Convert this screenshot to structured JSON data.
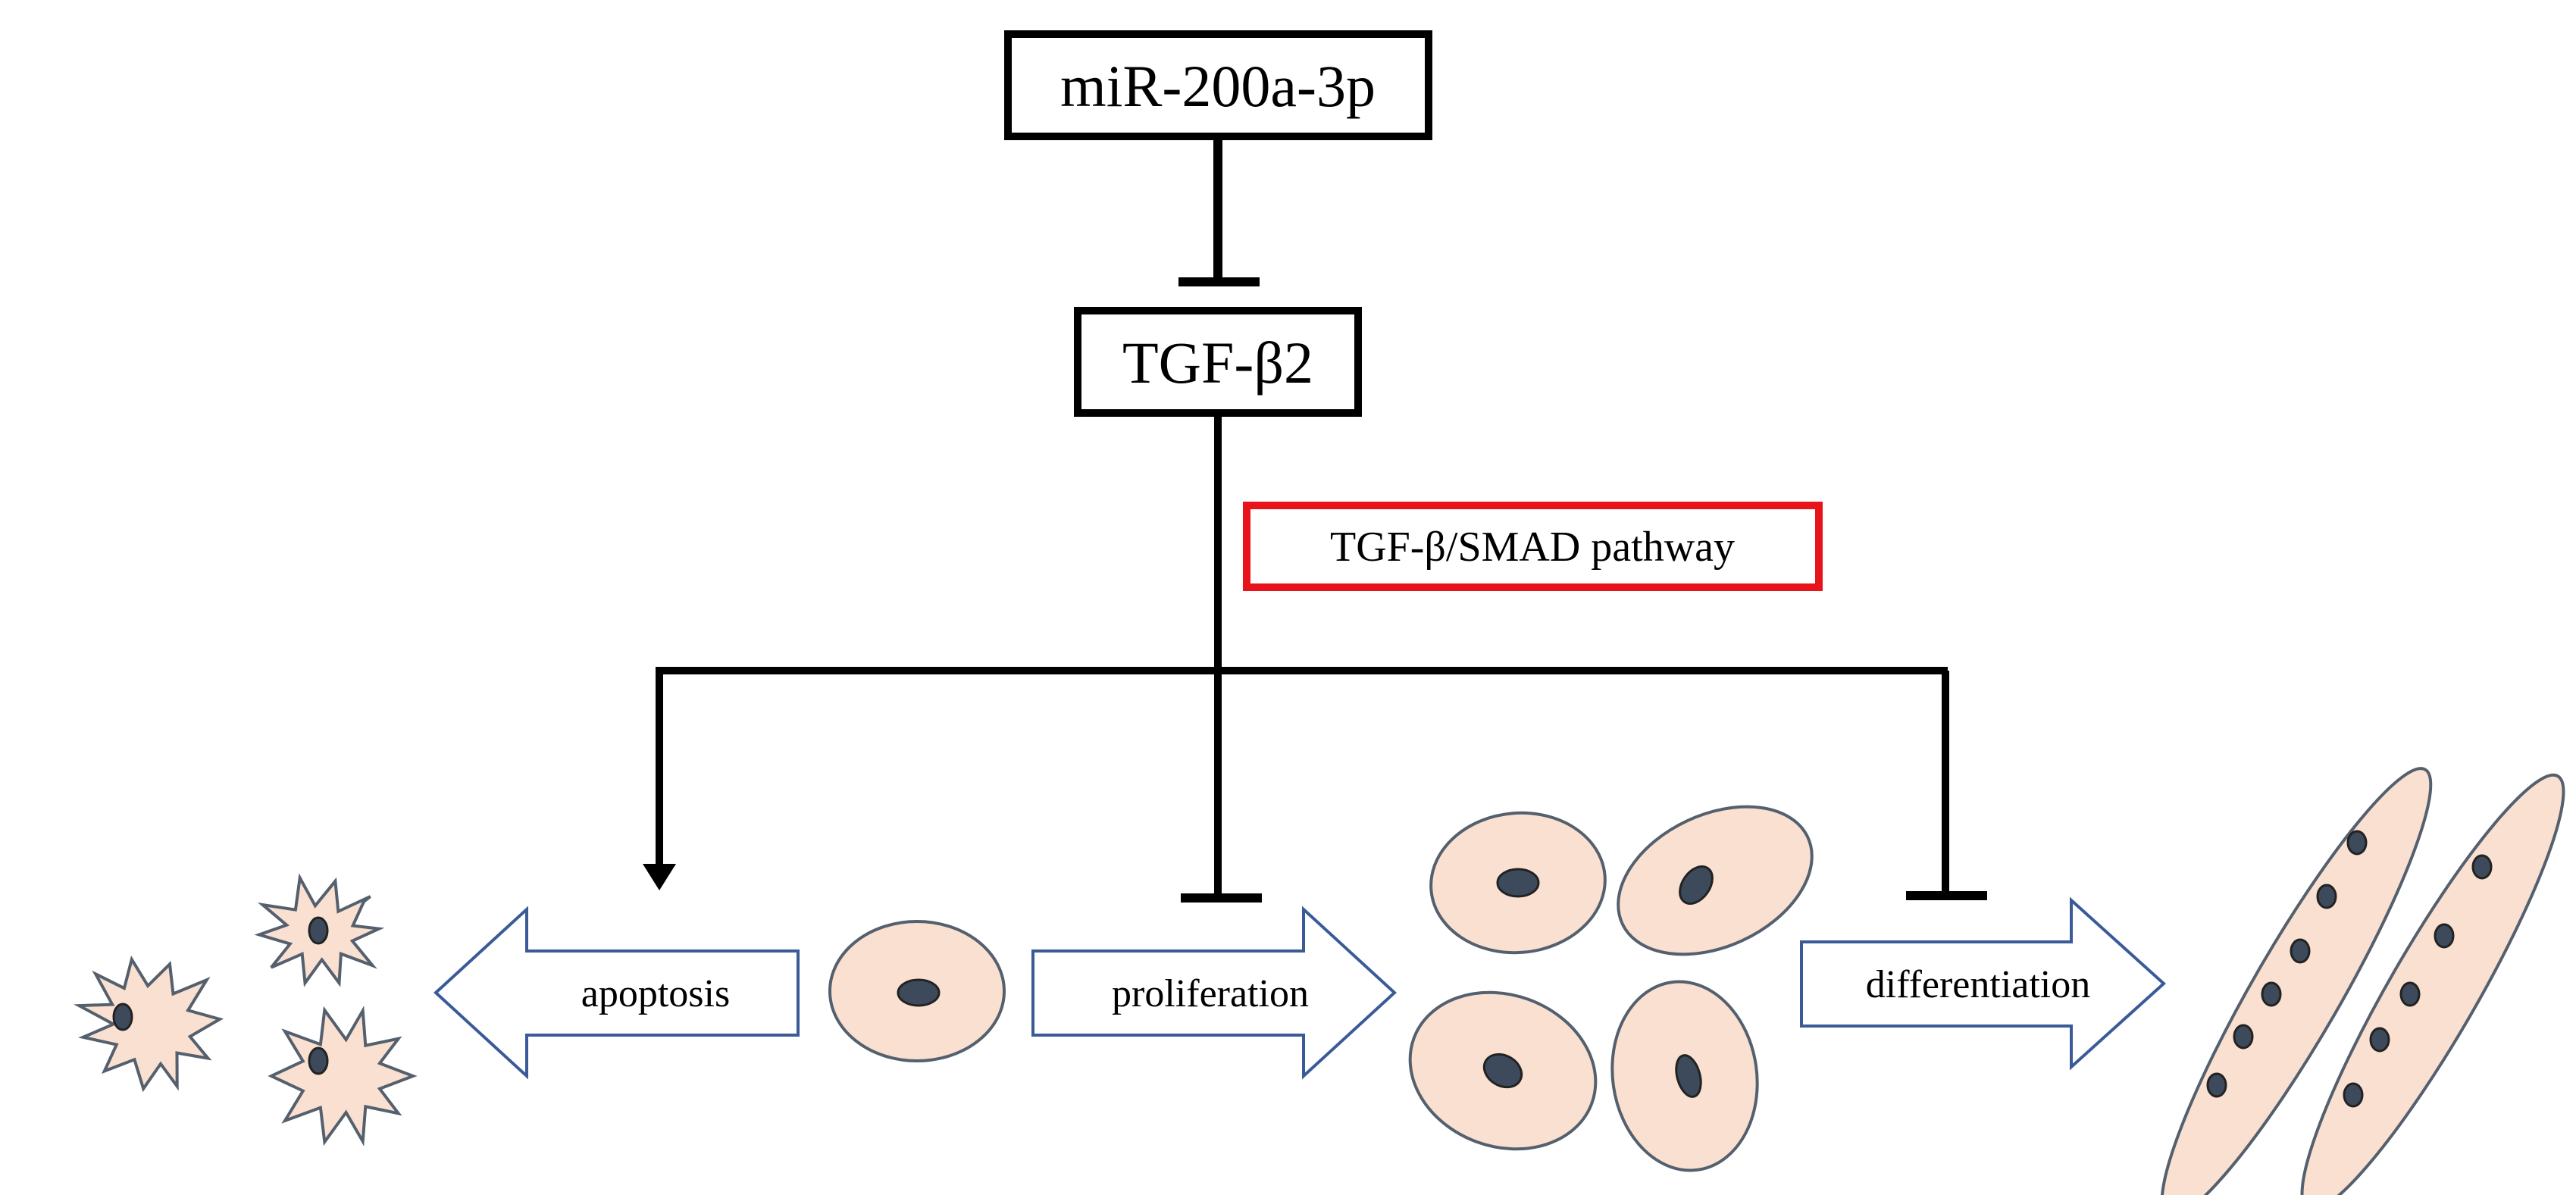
{
  "nodes": {
    "mirna": "miR-200a-3p",
    "tgfb2": "TGF-β2",
    "pathway": "TGF-β/SMAD pathway"
  },
  "processes": {
    "apoptosis": "apoptosis",
    "proliferation": "proliferation",
    "differentiation": "differentiation"
  },
  "relations": [
    {
      "from": "miR-200a-3p",
      "to": "TGF-β2",
      "type": "inhibits"
    },
    {
      "from": "TGF-β2",
      "to": "apoptosis",
      "type": "promotes"
    },
    {
      "from": "TGF-β2",
      "to": "proliferation",
      "type": "inhibits"
    },
    {
      "from": "TGF-β2",
      "to": "differentiation",
      "type": "inhibits"
    }
  ],
  "colors": {
    "line": "#000000",
    "pathway_border": "#e8141b",
    "arrow_outline": "#3a5a98",
    "cell_fill": "#fae0d0",
    "cell_stroke": "#54606e",
    "nucleus_fill": "#3d4a5c"
  }
}
